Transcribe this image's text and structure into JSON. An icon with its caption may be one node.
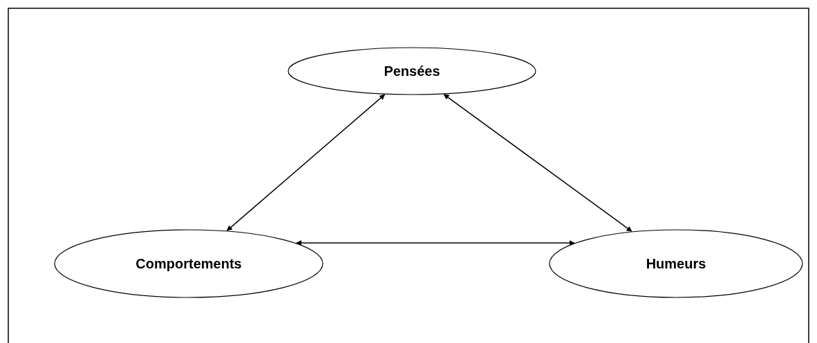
{
  "diagram": {
    "nodes": [
      {
        "text": [
          "Pensées"
        ]
      },
      {
        "text": [
          "Comportements"
        ]
      },
      {
        "text": [
          "Humeurs"
        ]
      }
    ],
    "edges": [
      {
        "from": 1,
        "to": 0,
        "arrow": "both"
      },
      {
        "from": 0,
        "to": 2,
        "arrow": "both"
      },
      {
        "from": 1,
        "to": 2,
        "arrow": "both"
      }
    ]
  }
}
